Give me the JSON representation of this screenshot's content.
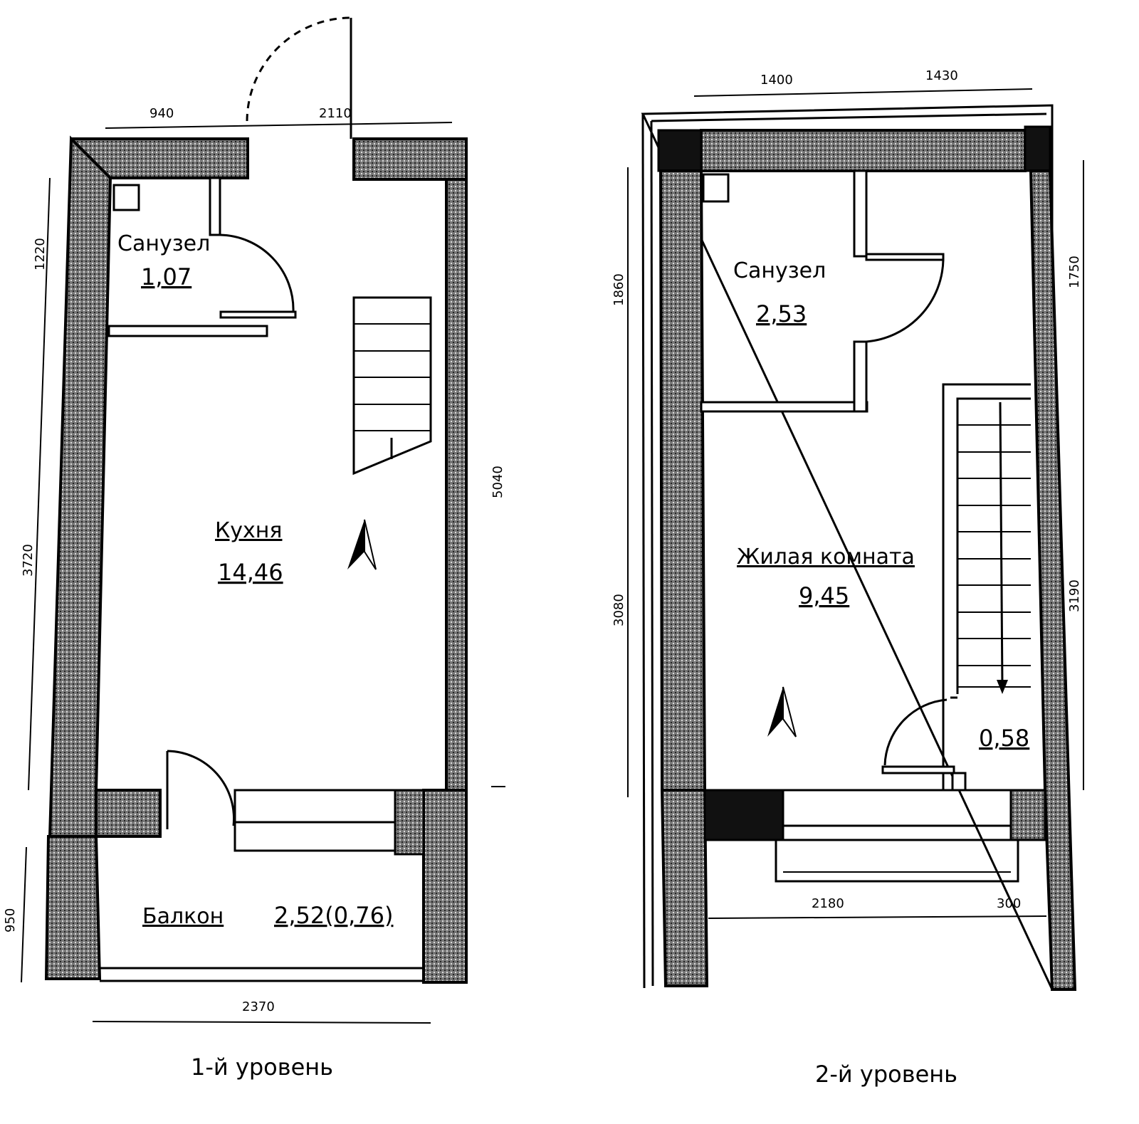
{
  "level1": {
    "caption": "1-й уровень",
    "rooms": [
      {
        "name": "Санузел",
        "area": "1,07"
      },
      {
        "name": "Кухня",
        "area": "14,46"
      },
      {
        "name": "Балкон",
        "area": "2,52(0,76)"
      }
    ],
    "dims": {
      "top_left": "940",
      "top_right": "2110",
      "left_top": "1220",
      "left_mid": "3720",
      "left_bottom": "950",
      "right": "5040",
      "bottom": "2370"
    }
  },
  "level2": {
    "caption": "2-й уровень",
    "rooms": [
      {
        "name": "Санузел",
        "area": "2,53"
      },
      {
        "name": "Жилая комната",
        "area": "9,45"
      },
      {
        "name": "",
        "area": "0,58"
      }
    ],
    "dims": {
      "top_left": "1400",
      "top_right": "1430",
      "left_top": "1860",
      "left_bottom": "3080",
      "right_top": "1750",
      "right_bottom": "3190",
      "bottom_left": "2180",
      "bottom_right": "300"
    }
  },
  "colors": {
    "wall": "#666666",
    "line": "#000000"
  }
}
